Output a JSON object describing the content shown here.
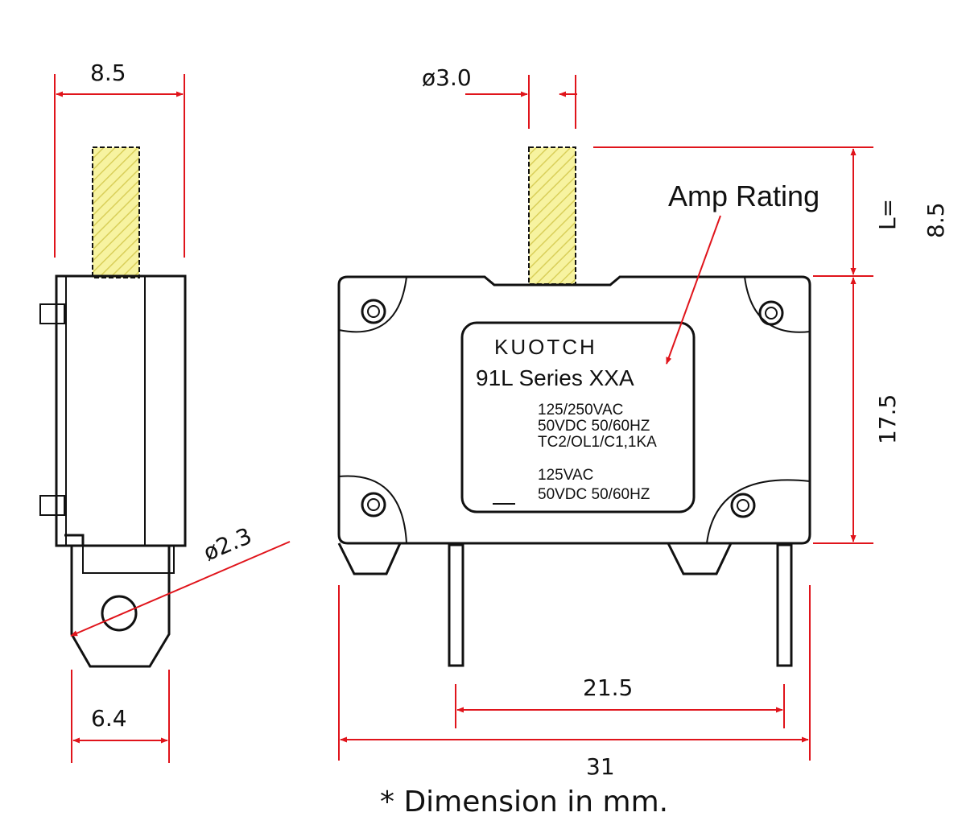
{
  "colors": {
    "line": "#111111",
    "dimension": "#e0141b",
    "actuator_fill": "#f7f3a0"
  },
  "dimensions": {
    "side_width": "8.5",
    "actuator_diameter": "ø3.0",
    "terminal_hole_diameter": "ø2.3",
    "terminal_width": "6.4",
    "pin_spacing": "21.5",
    "overall_length": "31",
    "body_height": "17.5",
    "actuator_length_prefix": "L=",
    "actuator_length": "8.5"
  },
  "callout": {
    "amp_rating": "Amp Rating"
  },
  "label": {
    "brand_partial": "KUOTCH",
    "series": "91L Series  XXA",
    "line1": "125/250VAC",
    "line2": "50VDC  50/60HZ",
    "line3": "TC2/OL1/C1,1KA",
    "line4": "125VAC",
    "line5": "50VDC  50/60HZ"
  },
  "footnote": "* Dimension in mm."
}
